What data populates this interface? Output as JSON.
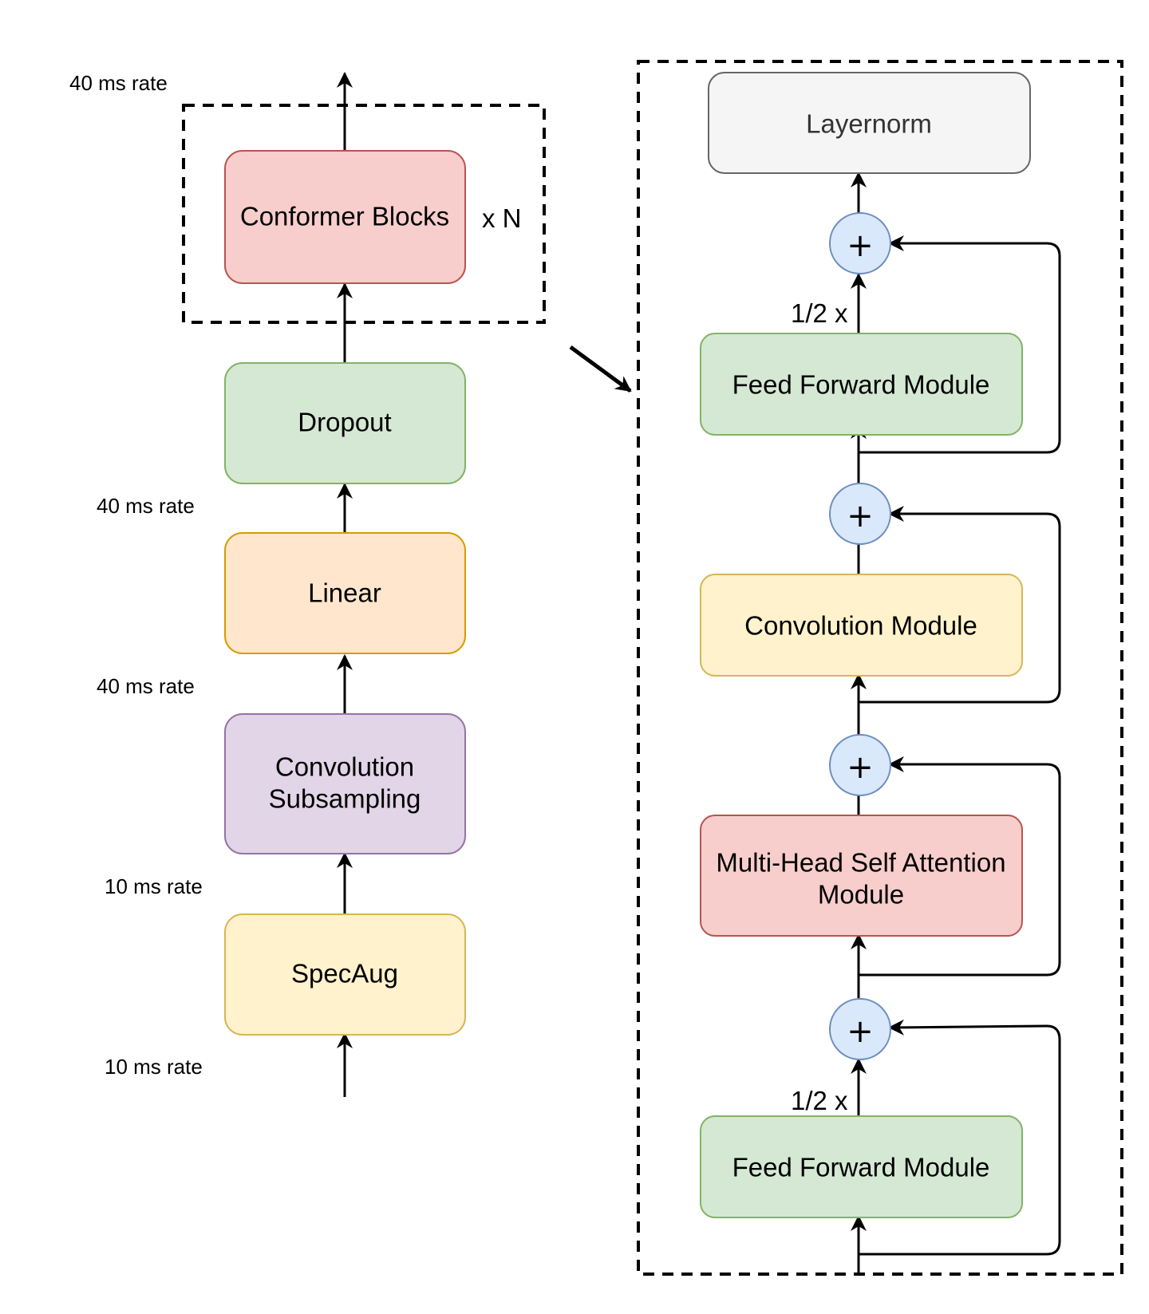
{
  "left_stack": {
    "top_rate": "40 ms rate",
    "conformer": {
      "label": "Conformer Blocks",
      "repeat": "x N"
    },
    "dropout": {
      "label": "Dropout"
    },
    "dropout_rate": "40 ms rate",
    "linear": {
      "label": "Linear"
    },
    "linear_rate": "40 ms rate",
    "conv_subsampling": {
      "line1": "Convolution",
      "line2": "Subsampling"
    },
    "conv_sub_rate": "10 ms rate",
    "specaug": {
      "label": "SpecAug"
    },
    "input_rate": "10 ms rate"
  },
  "conformer_block": {
    "layernorm": {
      "label": "Layernorm"
    },
    "ffn_top": {
      "label": "Feed Forward Module",
      "scale": "1/2 x"
    },
    "conv": {
      "label": "Convolution Module"
    },
    "mhsa": {
      "line1": "Multi-Head Self Attention",
      "line2": "Module"
    },
    "ffn_bottom": {
      "label": "Feed Forward Module",
      "scale": "1/2 x"
    },
    "adder_symbol": "+"
  },
  "colors": {
    "red_fill": "#f8cecc",
    "red_stroke": "#b85450",
    "green_fill": "#d5e8d4",
    "green_stroke": "#82b366",
    "orange_fill": "#ffe6cc",
    "orange_stroke": "#d79b00",
    "purple_fill": "#e1d5e7",
    "purple_stroke": "#9673a6",
    "yellow_fill": "#fff2cc",
    "yellow_stroke": "#d6b656",
    "gray_fill": "#f5f5f5",
    "gray_stroke": "#666666",
    "blue_fill": "#dae8fc",
    "blue_stroke": "#6c8ebf"
  }
}
